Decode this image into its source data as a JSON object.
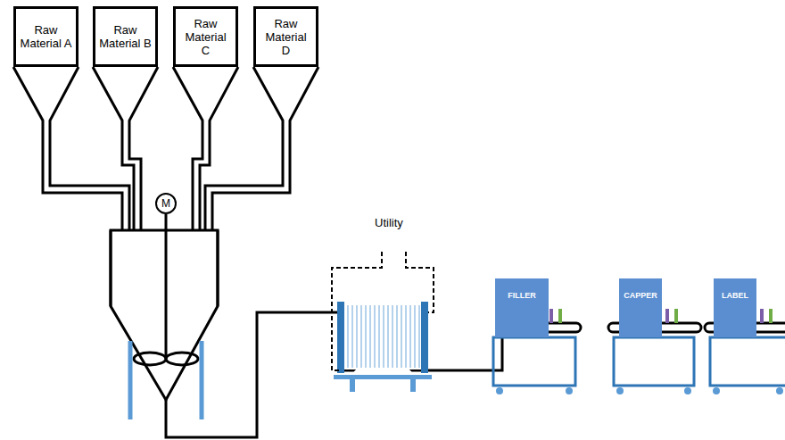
{
  "diagram": {
    "nodes": [
      {
        "text": [
          "Raw Material A"
        ]
      },
      {
        "text": [
          "Raw Material B"
        ]
      },
      {
        "text": [
          "Raw Material C"
        ]
      },
      {
        "text": [
          "Raw Material D"
        ]
      },
      {
        "text": [
          "M"
        ]
      },
      {
        "text": [
          "FILLER"
        ]
      },
      {
        "text": [
          "CAPPER"
        ]
      },
      {
        "text": [
          "LABEL"
        ]
      }
    ],
    "labels": [
      "Utility"
    ]
  }
}
